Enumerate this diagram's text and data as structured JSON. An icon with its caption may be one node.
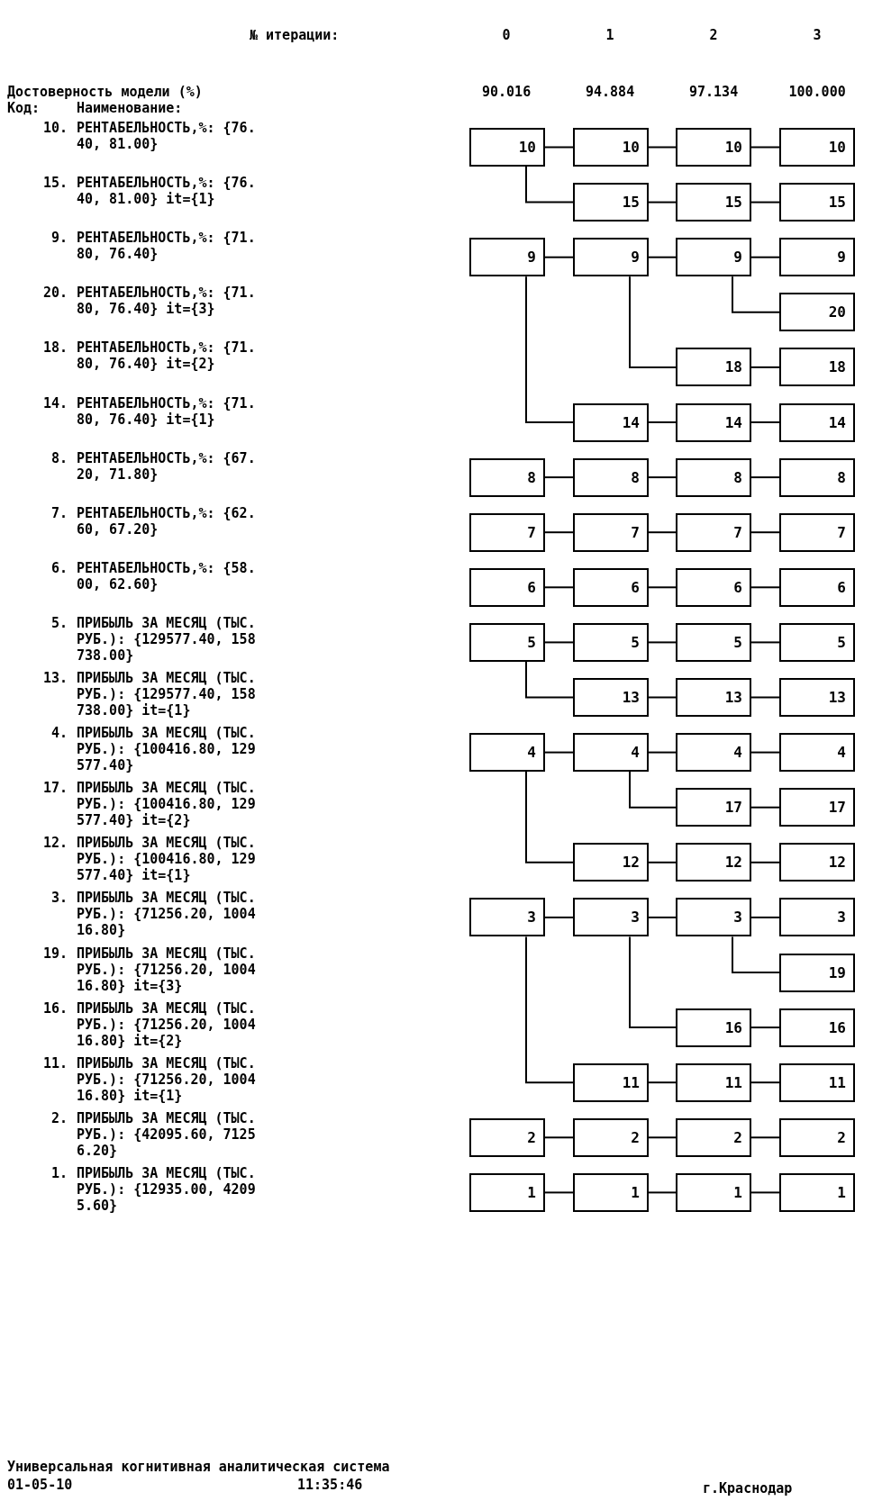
{
  "diagram": {
    "nodes": [
      {
        "text": [
          "10"
        ]
      },
      {
        "text": [
          "10"
        ]
      },
      {
        "text": [
          "10"
        ]
      },
      {
        "text": [
          "10"
        ]
      },
      {
        "text": [
          "15"
        ]
      },
      {
        "text": [
          "15"
        ]
      },
      {
        "text": [
          "15"
        ]
      },
      {
        "text": [
          "9"
        ]
      },
      {
        "text": [
          "9"
        ]
      },
      {
        "text": [
          "9"
        ]
      },
      {
        "text": [
          "9"
        ]
      },
      {
        "text": [
          "20"
        ]
      },
      {
        "text": [
          "18"
        ]
      },
      {
        "text": [
          "18"
        ]
      },
      {
        "text": [
          "14"
        ]
      },
      {
        "text": [
          "14"
        ]
      },
      {
        "text": [
          "14"
        ]
      },
      {
        "text": [
          "8"
        ]
      },
      {
        "text": [
          "8"
        ]
      },
      {
        "text": [
          "8"
        ]
      },
      {
        "text": [
          "8"
        ]
      },
      {
        "text": [
          "7"
        ]
      },
      {
        "text": [
          "7"
        ]
      },
      {
        "text": [
          "7"
        ]
      },
      {
        "text": [
          "7"
        ]
      },
      {
        "text": [
          "6"
        ]
      },
      {
        "text": [
          "6"
        ]
      },
      {
        "text": [
          "6"
        ]
      },
      {
        "text": [
          "6"
        ]
      },
      {
        "text": [
          "5"
        ]
      },
      {
        "text": [
          "5"
        ]
      },
      {
        "text": [
          "5"
        ]
      },
      {
        "text": [
          "5"
        ]
      },
      {
        "text": [
          "13"
        ]
      },
      {
        "text": [
          "13"
        ]
      },
      {
        "text": [
          "13"
        ]
      },
      {
        "text": [
          "4"
        ]
      },
      {
        "text": [
          "4"
        ]
      },
      {
        "text": [
          "4"
        ]
      },
      {
        "text": [
          "4"
        ]
      },
      {
        "text": [
          "17"
        ]
      },
      {
        "text": [
          "17"
        ]
      },
      {
        "text": [
          "12"
        ]
      },
      {
        "text": [
          "12"
        ]
      },
      {
        "text": [
          "12"
        ]
      },
      {
        "text": [
          "3"
        ]
      },
      {
        "text": [
          "3"
        ]
      },
      {
        "text": [
          "3"
        ]
      },
      {
        "text": [
          "3"
        ]
      },
      {
        "text": [
          "19"
        ]
      },
      {
        "text": [
          "16"
        ]
      },
      {
        "text": [
          "16"
        ]
      },
      {
        "text": [
          "11"
        ]
      },
      {
        "text": [
          "11"
        ]
      },
      {
        "text": [
          "11"
        ]
      },
      {
        "text": [
          "2"
        ]
      },
      {
        "text": [
          "2"
        ]
      },
      {
        "text": [
          "2"
        ]
      },
      {
        "text": [
          "2"
        ]
      },
      {
        "text": [
          "1"
        ]
      },
      {
        "text": [
          "1"
        ]
      },
      {
        "text": [
          "1"
        ]
      },
      {
        "text": [
          "1"
        ]
      }
    ],
    "edges": [
      {
        "from": 0,
        "to": 1,
        "arrow": "none"
      },
      {
        "from": 1,
        "to": 2,
        "arrow": "none"
      },
      {
        "from": 2,
        "to": 3,
        "arrow": "none"
      },
      {
        "from": 0,
        "to": 4,
        "arrow": "none"
      },
      {
        "from": 4,
        "to": 5,
        "arrow": "none"
      },
      {
        "from": 5,
        "to": 6,
        "arrow": "none"
      },
      {
        "from": 7,
        "to": 8,
        "arrow": "none"
      },
      {
        "from": 8,
        "to": 9,
        "arrow": "none"
      },
      {
        "from": 9,
        "to": 10,
        "arrow": "none"
      },
      {
        "from": 9,
        "to": 11,
        "arrow": "none"
      },
      {
        "from": 8,
        "to": 12,
        "arrow": "none"
      },
      {
        "from": 12,
        "to": 13,
        "arrow": "none"
      },
      {
        "from": 7,
        "to": 14,
        "arrow": "none"
      },
      {
        "from": 14,
        "to": 15,
        "arrow": "none"
      },
      {
        "from": 15,
        "to": 16,
        "arrow": "none"
      },
      {
        "from": 17,
        "to": 18,
        "arrow": "none"
      },
      {
        "from": 18,
        "to": 19,
        "arrow": "none"
      },
      {
        "from": 19,
        "to": 20,
        "arrow": "none"
      },
      {
        "from": 21,
        "to": 22,
        "arrow": "none"
      },
      {
        "from": 22,
        "to": 23,
        "arrow": "none"
      },
      {
        "from": 23,
        "to": 24,
        "arrow": "none"
      },
      {
        "from": 25,
        "to": 26,
        "arrow": "none"
      },
      {
        "from": 26,
        "to": 27,
        "arrow": "none"
      },
      {
        "from": 27,
        "to": 28,
        "arrow": "none"
      },
      {
        "from": 29,
        "to": 30,
        "arrow": "none"
      },
      {
        "from": 30,
        "to": 31,
        "arrow": "none"
      },
      {
        "from": 31,
        "to": 32,
        "arrow": "none"
      },
      {
        "from": 29,
        "to": 33,
        "arrow": "none"
      },
      {
        "from": 33,
        "to": 34,
        "arrow": "none"
      },
      {
        "from": 34,
        "to": 35,
        "arrow": "none"
      },
      {
        "from": 36,
        "to": 37,
        "arrow": "none"
      },
      {
        "from": 37,
        "to": 38,
        "arrow": "none"
      },
      {
        "from": 38,
        "to": 39,
        "arrow": "none"
      },
      {
        "from": 37,
        "to": 40,
        "arrow": "none"
      },
      {
        "from": 40,
        "to": 41,
        "arrow": "none"
      },
      {
        "from": 36,
        "to": 42,
        "arrow": "none"
      },
      {
        "from": 42,
        "to": 43,
        "arrow": "none"
      },
      {
        "from": 43,
        "to": 44,
        "arrow": "none"
      },
      {
        "from": 45,
        "to": 46,
        "arrow": "none"
      },
      {
        "from": 46,
        "to": 47,
        "arrow": "none"
      },
      {
        "from": 47,
        "to": 48,
        "arrow": "none"
      },
      {
        "from": 47,
        "to": 49,
        "arrow": "none"
      },
      {
        "from": 46,
        "to": 50,
        "arrow": "none"
      },
      {
        "from": 50,
        "to": 51,
        "arrow": "none"
      },
      {
        "from": 45,
        "to": 52,
        "arrow": "none"
      },
      {
        "from": 52,
        "to": 53,
        "arrow": "none"
      },
      {
        "from": 53,
        "to": 54,
        "arrow": "none"
      },
      {
        "from": 55,
        "to": 56,
        "arrow": "none"
      },
      {
        "from": 56,
        "to": 57,
        "arrow": "none"
      },
      {
        "from": 57,
        "to": 58,
        "arrow": "none"
      },
      {
        "from": 59,
        "to": 60,
        "arrow": "none"
      },
      {
        "from": 60,
        "to": 61,
        "arrow": "none"
      },
      {
        "from": 61,
        "to": 62,
        "arrow": "none"
      }
    ],
    "labels": [
      "№ итерации:",
      "0",
      "1",
      "2",
      "3",
      "Достоверность модели (%)",
      "90.016",
      "94.884",
      "97.134",
      "100.000",
      "Код:",
      "Наименование:",
      "10.",
      "РЕНТАБЕЛЬНОСТЬ,%: {76. 40, 81.00}",
      "15.",
      "РЕНТАБЕЛЬНОСТЬ,%: {76. 40, 81.00} it={1}",
      "9.",
      "РЕНТАБЕЛЬНОСТЬ,%: {71. 80, 76.40}",
      "20.",
      "РЕНТАБЕЛЬНОСТЬ,%: {71. 80, 76.40} it={3}",
      "18.",
      "РЕНТАБЕЛЬНОСТЬ,%: {71. 80, 76.40} it={2}",
      "14.",
      "РЕНТАБЕЛЬНОСТЬ,%: {71. 80, 76.40} it={1}",
      "8.",
      "РЕНТАБЕЛЬНОСТЬ,%: {67. 20, 71.80}",
      "7.",
      "РЕНТАБЕЛЬНОСТЬ,%: {62. 60, 67.20}",
      "6.",
      "РЕНТАБЕЛЬНОСТЬ,%: {58. 00, 62.60}",
      "5.",
      "ПРИБЫЛЬ ЗА МЕСЯЦ (ТЫС. РУБ.): {129577.40, 158 738.00}",
      "13.",
      "ПРИБЫЛЬ ЗА МЕСЯЦ (ТЫС. РУБ.): {129577.40, 158 738.00} it={1}",
      "4.",
      "ПРИБЫЛЬ ЗА МЕСЯЦ (ТЫС. РУБ.): {100416.80, 129 577.40}",
      "17.",
      "ПРИБЫЛЬ ЗА МЕСЯЦ (ТЫС. РУБ.): {100416.80, 129 577.40} it={2}",
      "12.",
      "ПРИБЫЛЬ ЗА МЕСЯЦ (ТЫС. РУБ.): {100416.80, 129 577.40} it={1}",
      "3.",
      "ПРИБЫЛЬ ЗА МЕСЯЦ (ТЫС. РУБ.): {71256.20, 1004 16.80}",
      "19.",
      "ПРИБЫЛЬ ЗА МЕСЯЦ (ТЫС. РУБ.): {71256.20, 1004 16.80} it={3}",
      "16.",
      "ПРИБЫЛЬ ЗА МЕСЯЦ (ТЫС. РУБ.): {71256.20, 1004 16.80} it={2}",
      "11.",
      "ПРИБЫЛЬ ЗА МЕСЯЦ (ТЫС. РУБ.): {71256.20, 1004 16.80} it={1}",
      "2.",
      "ПРИБЫЛЬ ЗА МЕСЯЦ (ТЫС. РУБ.): {42095.60, 7125 6.20}",
      "1.",
      "ПРИБЫЛЬ ЗА МЕСЯЦ (ТЫС. РУБ.): {12935.00, 4209 5.60}",
      "Универсальная когнитивная аналитическая система",
      "01-05-10",
      "11:35:46",
      "г.Краснодар"
    ]
  }
}
